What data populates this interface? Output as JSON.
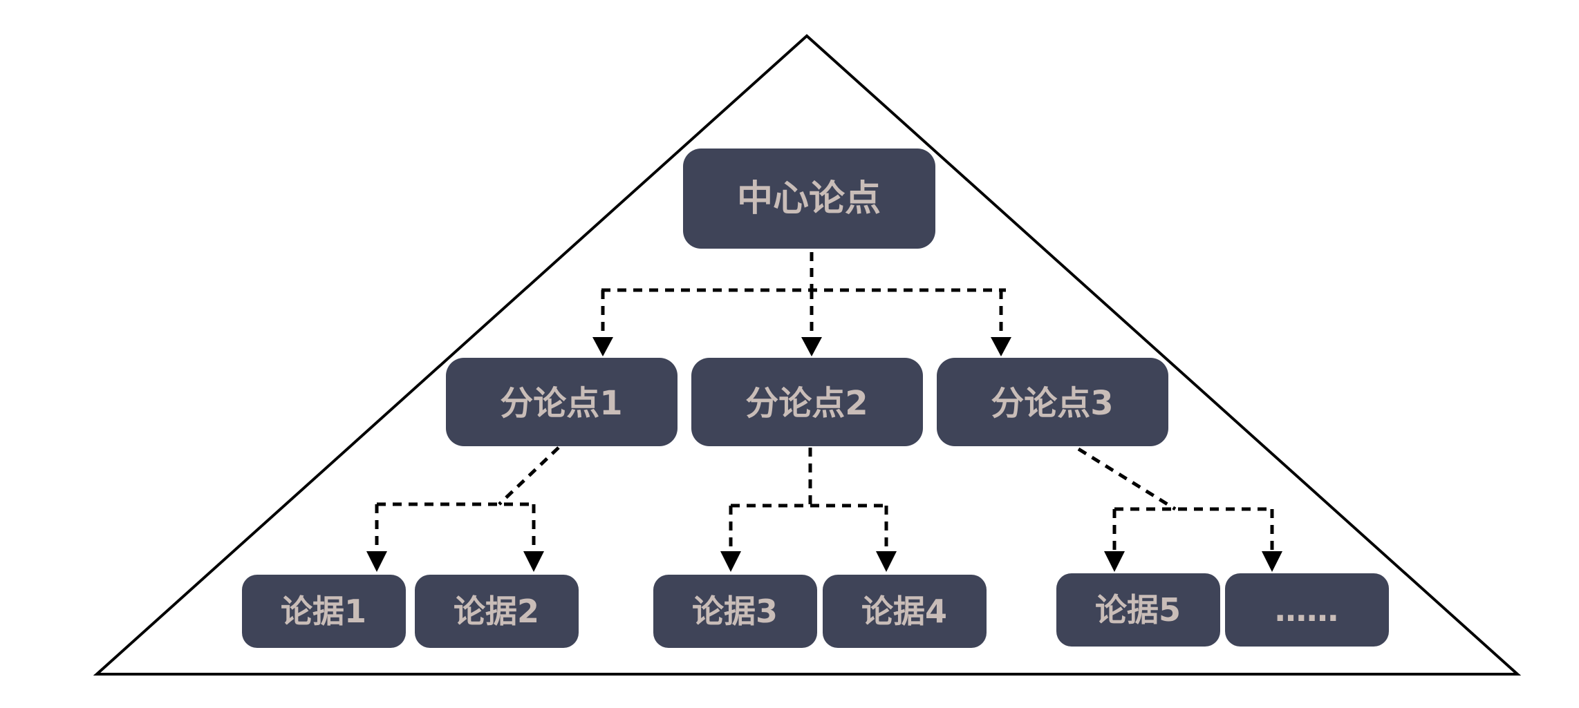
{
  "diagram": {
    "root": {
      "id": "root",
      "label": "中心论点"
    },
    "sub_points": [
      {
        "id": "sub1",
        "label": "分论点1"
      },
      {
        "id": "sub2",
        "label": "分论点2"
      },
      {
        "id": "sub3",
        "label": "分论点3"
      }
    ],
    "evidence": [
      {
        "id": "ev1",
        "label": "论据1",
        "parent": "sub1"
      },
      {
        "id": "ev2",
        "label": "论据2",
        "parent": "sub1"
      },
      {
        "id": "ev3",
        "label": "论据3",
        "parent": "sub2"
      },
      {
        "id": "ev4",
        "label": "论据4",
        "parent": "sub2"
      },
      {
        "id": "ev5",
        "label": "论据5",
        "parent": "sub3"
      },
      {
        "id": "ev6",
        "label": "……",
        "parent": "sub3"
      }
    ],
    "colors": {
      "node_fill": "#3f4458",
      "node_text": "#c9bdb8",
      "line": "#000000",
      "background": "#ffffff"
    }
  }
}
